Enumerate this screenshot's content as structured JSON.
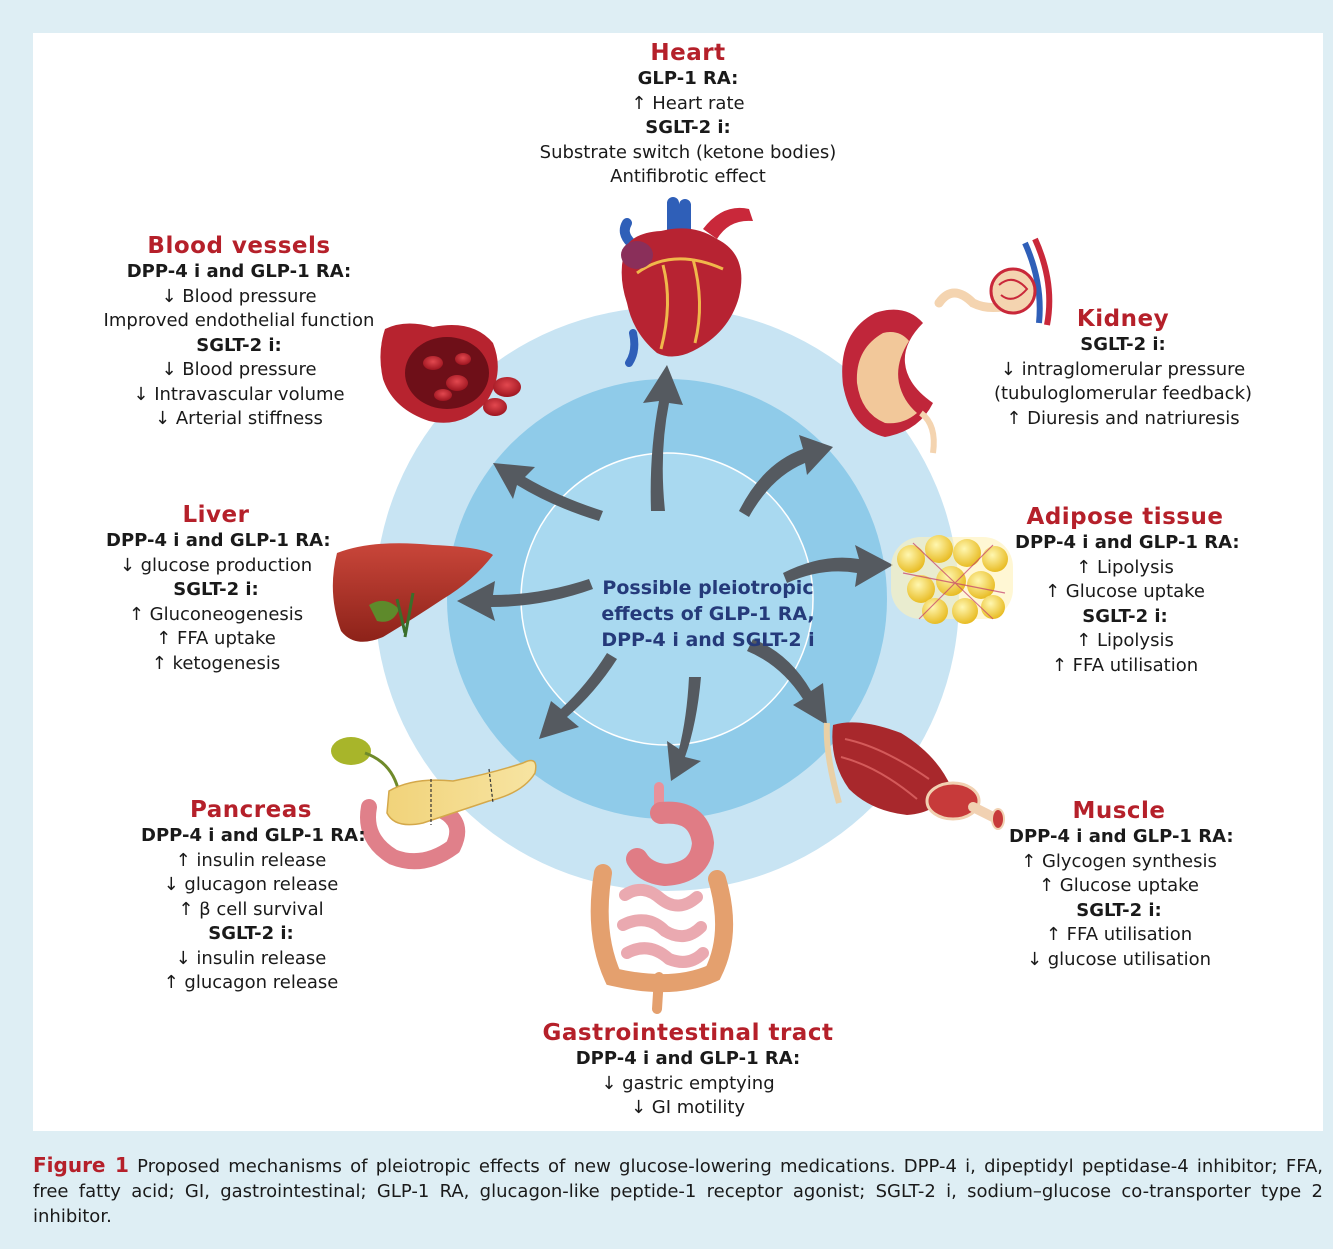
{
  "center": {
    "lines": [
      "Possible pleiotropic",
      "effects of GLP-1 RA,",
      "DPP-4 i and SGLT-2 i"
    ]
  },
  "organs": {
    "heart": {
      "title": "Heart",
      "lines": [
        {
          "text": "GLP-1 RA:",
          "bold": true
        },
        {
          "text": "↑ Heart rate",
          "bold": false
        },
        {
          "text": "SGLT-2 i:",
          "bold": true
        },
        {
          "text": "Substrate switch (ketone bodies)",
          "bold": false
        },
        {
          "text": "Antifibrotic effect",
          "bold": false
        }
      ]
    },
    "blood_vessels": {
      "title": "Blood vessels",
      "lines": [
        {
          "text": "DPP-4 i and GLP-1 RA:",
          "bold": true
        },
        {
          "text": "↓ Blood pressure",
          "bold": false
        },
        {
          "text": "Improved endothelial function",
          "bold": false
        },
        {
          "text": "SGLT-2 i:",
          "bold": true
        },
        {
          "text": "↓ Blood pressure",
          "bold": false
        },
        {
          "text": "↓ Intravascular volume",
          "bold": false
        },
        {
          "text": "↓ Arterial stiffness",
          "bold": false
        }
      ]
    },
    "kidney": {
      "title": "Kidney",
      "lines": [
        {
          "text": "SGLT-2 i:",
          "bold": true
        },
        {
          "text": "↓ intraglomerular pressure",
          "bold": false
        },
        {
          "text": "(tubuloglomerular feedback)",
          "bold": false
        },
        {
          "text": "↑ Diuresis and natriuresis",
          "bold": false
        }
      ]
    },
    "liver": {
      "title": "Liver",
      "lines": [
        {
          "text": "DPP-4 i and GLP-1 RA:",
          "bold": true
        },
        {
          "text": "↓ glucose production",
          "bold": false
        },
        {
          "text": "SGLT-2 i:",
          "bold": true
        },
        {
          "text": "↑ Gluconeogenesis",
          "bold": false
        },
        {
          "text": "↑ FFA uptake",
          "bold": false
        },
        {
          "text": "↑ ketogenesis",
          "bold": false
        }
      ]
    },
    "adipose": {
      "title": "Adipose tissue",
      "lines": [
        {
          "text": "DPP-4 i and GLP-1 RA:",
          "bold": true
        },
        {
          "text": "↑ Lipolysis",
          "bold": false
        },
        {
          "text": "↑ Glucose uptake",
          "bold": false
        },
        {
          "text": "SGLT-2 i:",
          "bold": true
        },
        {
          "text": "↑ Lipolysis",
          "bold": false
        },
        {
          "text": "↑ FFA utilisation",
          "bold": false
        }
      ]
    },
    "pancreas": {
      "title": "Pancreas",
      "lines": [
        {
          "text": "DPP-4 i and GLP-1 RA:",
          "bold": true
        },
        {
          "text": "↑ insulin release",
          "bold": false
        },
        {
          "text": "↓ glucagon release",
          "bold": false
        },
        {
          "text": "↑ β cell survival",
          "bold": false
        },
        {
          "text": "SGLT-2 i:",
          "bold": true
        },
        {
          "text": "↓ insulin release",
          "bold": false
        },
        {
          "text": "↑  glucagon release",
          "bold": false
        }
      ]
    },
    "muscle": {
      "title": "Muscle",
      "lines": [
        {
          "text": "DPP-4 i and GLP-1 RA:",
          "bold": true
        },
        {
          "text": "↑ Glycogen synthesis",
          "bold": false
        },
        {
          "text": "↑ Glucose uptake",
          "bold": false
        },
        {
          "text": "SGLT-2 i:",
          "bold": true
        },
        {
          "text": "↑ FFA utilisation",
          "bold": false
        },
        {
          "text": "↓ glucose utilisation",
          "bold": false
        }
      ]
    },
    "gi": {
      "title": "Gastrointestinal tract",
      "lines": [
        {
          "text": "DPP-4 i and GLP-1 RA:",
          "bold": true
        },
        {
          "text": "↓ gastric emptying",
          "bold": false
        },
        {
          "text": "↓ GI motility",
          "bold": false
        }
      ]
    }
  },
  "caption": {
    "label": "Figure 1",
    "text": "Proposed mechanisms of pleiotropic effects of new glucose-lowering medications. DPP-4 i, dipeptidyl peptidase-4 inhibitor; FFA, free fatty acid; GI, gastrointestinal; GLP-1 RA, glucagon-like peptide-1 receptor agonist; SGLT-2 i, sodium–glucose co-transporter type 2 inhibitor."
  },
  "colors": {
    "title_red": "#b5202a",
    "center_text": "#253a7a",
    "outer_circle": "#c8e4f3",
    "mid_circle": "#8fcbe9",
    "inner_circle": "#a9d9f0",
    "arrow": "#555a60",
    "frame": "#deeef4"
  }
}
